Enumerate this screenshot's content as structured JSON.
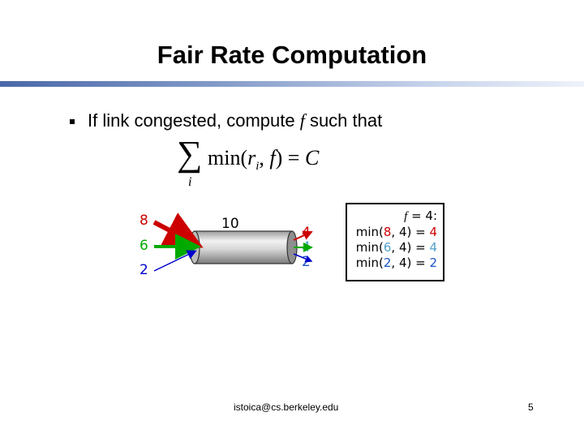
{
  "slide": {
    "title": "Fair Rate Computation",
    "bullet": {
      "before": "If link congested, compute ",
      "variable": "f",
      "after": " such that"
    },
    "formula": {
      "sum_index": "i",
      "text_min": "min(",
      "r": "r",
      "r_sub": "i",
      "comma": ", ",
      "f": "f",
      "close": ") = ",
      "c": "C"
    }
  },
  "diagram": {
    "inputs": [
      {
        "value": "8",
        "color": "#cc0000"
      },
      {
        "value": "6",
        "color": "#00aa00"
      },
      {
        "value": "2",
        "color": "#0000cc"
      }
    ],
    "capacity": "10",
    "outputs": [
      {
        "value": "4",
        "color": "#cc0000"
      },
      {
        "value": "4",
        "color": "#4fa0c8"
      },
      {
        "value": "2",
        "color": "#1a56c8"
      }
    ],
    "pipe_color": "#c8c8c8"
  },
  "infobox": {
    "header_var": "f",
    "header_rest": " = 4:",
    "lines": [
      {
        "prefix": "min(",
        "arg": "8",
        "arg_color": "#cc0000",
        "mid": ", 4) = ",
        "result": "4",
        "result_color": "#cc0000"
      },
      {
        "prefix": "min(",
        "arg": "6",
        "arg_color": "#4fa0c8",
        "mid": ", 4) = ",
        "result": "4",
        "result_color": "#4fa0c8"
      },
      {
        "prefix": "min(",
        "arg": "2",
        "arg_color": "#1a56c8",
        "mid": ", 4) = ",
        "result": "2",
        "result_color": "#1a56c8"
      }
    ]
  },
  "footer": {
    "email": "istoica@cs.berkeley.edu",
    "page": "5"
  }
}
